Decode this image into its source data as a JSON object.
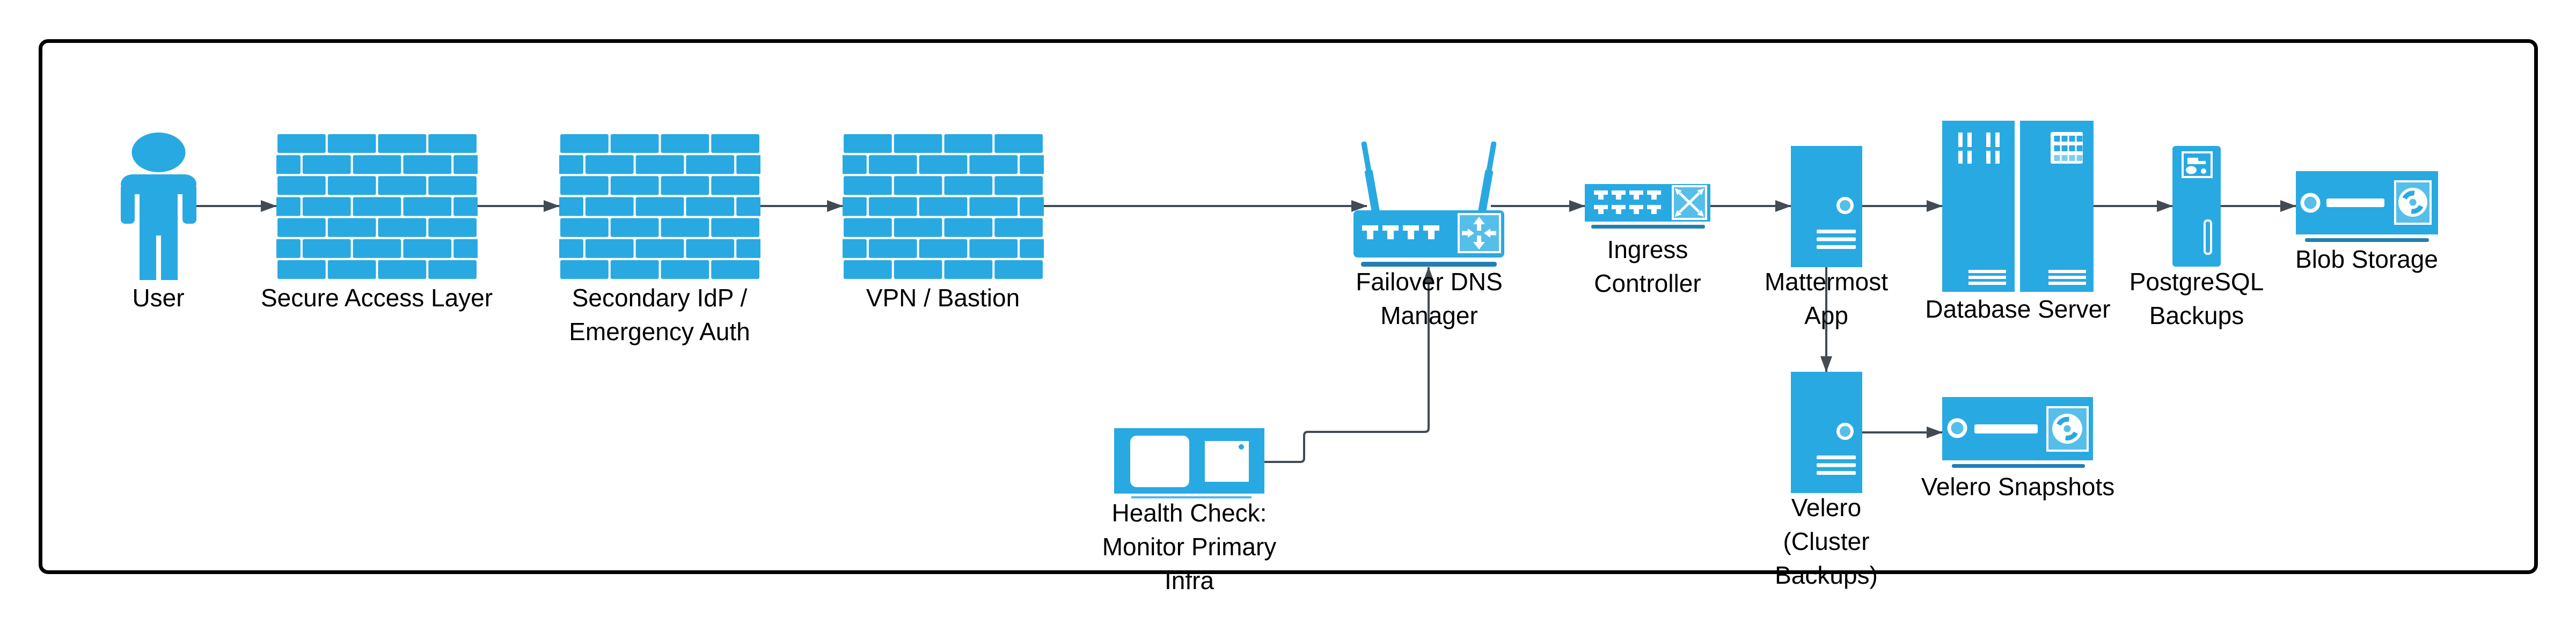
{
  "diagram": {
    "kind": "infrastructure-failover-flow",
    "background": "#FFFFFF"
  },
  "colors": {
    "node_fill": "#29A9E1",
    "node_light": "#55BEE9",
    "grid_light": "#7CCDEC",
    "underline": "#2080B4",
    "health_underline": "#4FB8E8",
    "connector": "#424A52",
    "border": "#000000",
    "label_text": "#000000"
  },
  "nodes": {
    "user": {
      "icon": "person-icon",
      "lines": [
        "User"
      ]
    },
    "secure_access_layer": {
      "icon": "firewall-icon",
      "lines": [
        "Secure Access Layer"
      ]
    },
    "secondary_idp": {
      "icon": "firewall-icon",
      "lines": [
        "Secondary IdP /",
        "Emergency Auth"
      ]
    },
    "vpn_bastion": {
      "icon": "firewall-icon",
      "lines": [
        "VPN / Bastion"
      ]
    },
    "failover_dns": {
      "icon": "wireless-router-icon",
      "lines": [
        "Failover DNS",
        "Manager"
      ]
    },
    "ingress_controller": {
      "icon": "network-switch-icon",
      "lines": [
        "Ingress",
        "Controller"
      ]
    },
    "mattermost_app": {
      "icon": "server-tower-icon",
      "lines": [
        "Mattermost",
        "App"
      ]
    },
    "database_server": {
      "icon": "server-rack-icon",
      "lines": [
        "Database Server"
      ]
    },
    "postgresql_backups": {
      "icon": "backup-server-icon",
      "lines": [
        "PostgreSQL",
        "Backups"
      ]
    },
    "blob_storage": {
      "icon": "disk-storage-icon",
      "lines": [
        "Blob Storage"
      ]
    },
    "health_check": {
      "icon": "monitor-icon",
      "lines": [
        "Health Check:",
        "Monitor Primary",
        "Infra"
      ]
    },
    "velero": {
      "icon": "server-tower-icon",
      "lines": [
        "Velero",
        "(Cluster",
        "Backups)"
      ]
    },
    "velero_snapshots": {
      "icon": "disk-storage-icon",
      "lines": [
        "Velero Snapshots"
      ]
    }
  },
  "edges": [
    {
      "from": "user",
      "to": "secure_access_layer"
    },
    {
      "from": "secure_access_layer",
      "to": "secondary_idp"
    },
    {
      "from": "secondary_idp",
      "to": "vpn_bastion"
    },
    {
      "from": "vpn_bastion",
      "to": "failover_dns"
    },
    {
      "from": "failover_dns",
      "to": "ingress_controller"
    },
    {
      "from": "ingress_controller",
      "to": "mattermost_app"
    },
    {
      "from": "mattermost_app",
      "to": "database_server"
    },
    {
      "from": "database_server",
      "to": "postgresql_backups"
    },
    {
      "from": "postgresql_backups",
      "to": "blob_storage"
    },
    {
      "from": "mattermost_app",
      "to": "velero"
    },
    {
      "from": "velero",
      "to": "velero_snapshots"
    },
    {
      "from": "health_check",
      "to": "failover_dns"
    }
  ]
}
